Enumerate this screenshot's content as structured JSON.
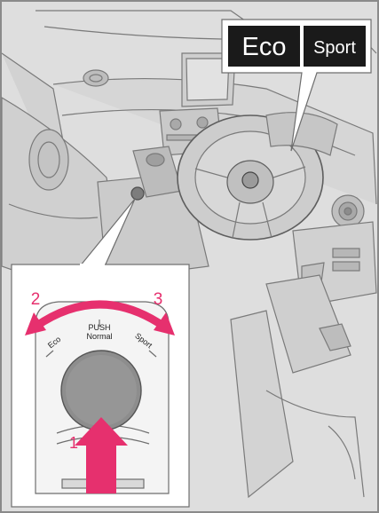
{
  "callout_top": {
    "eco_label": "Eco",
    "sport_label": "Sport"
  },
  "inset": {
    "push_label": "PUSH",
    "normal_label": "Normal",
    "eco_label": "Eco",
    "sport_label": "Sport",
    "step_push": "1",
    "step_left": "2",
    "step_right": "3"
  },
  "colors": {
    "arrow": "#e6306e",
    "eco_badge_bg": "#1a1a1a",
    "sport_badge_bg": "#1a1a1a",
    "badge_text": "#ffffff",
    "interior_bg": "#dcdcdc",
    "line": "#6e6e6e",
    "knob": "#8d8d8d"
  }
}
